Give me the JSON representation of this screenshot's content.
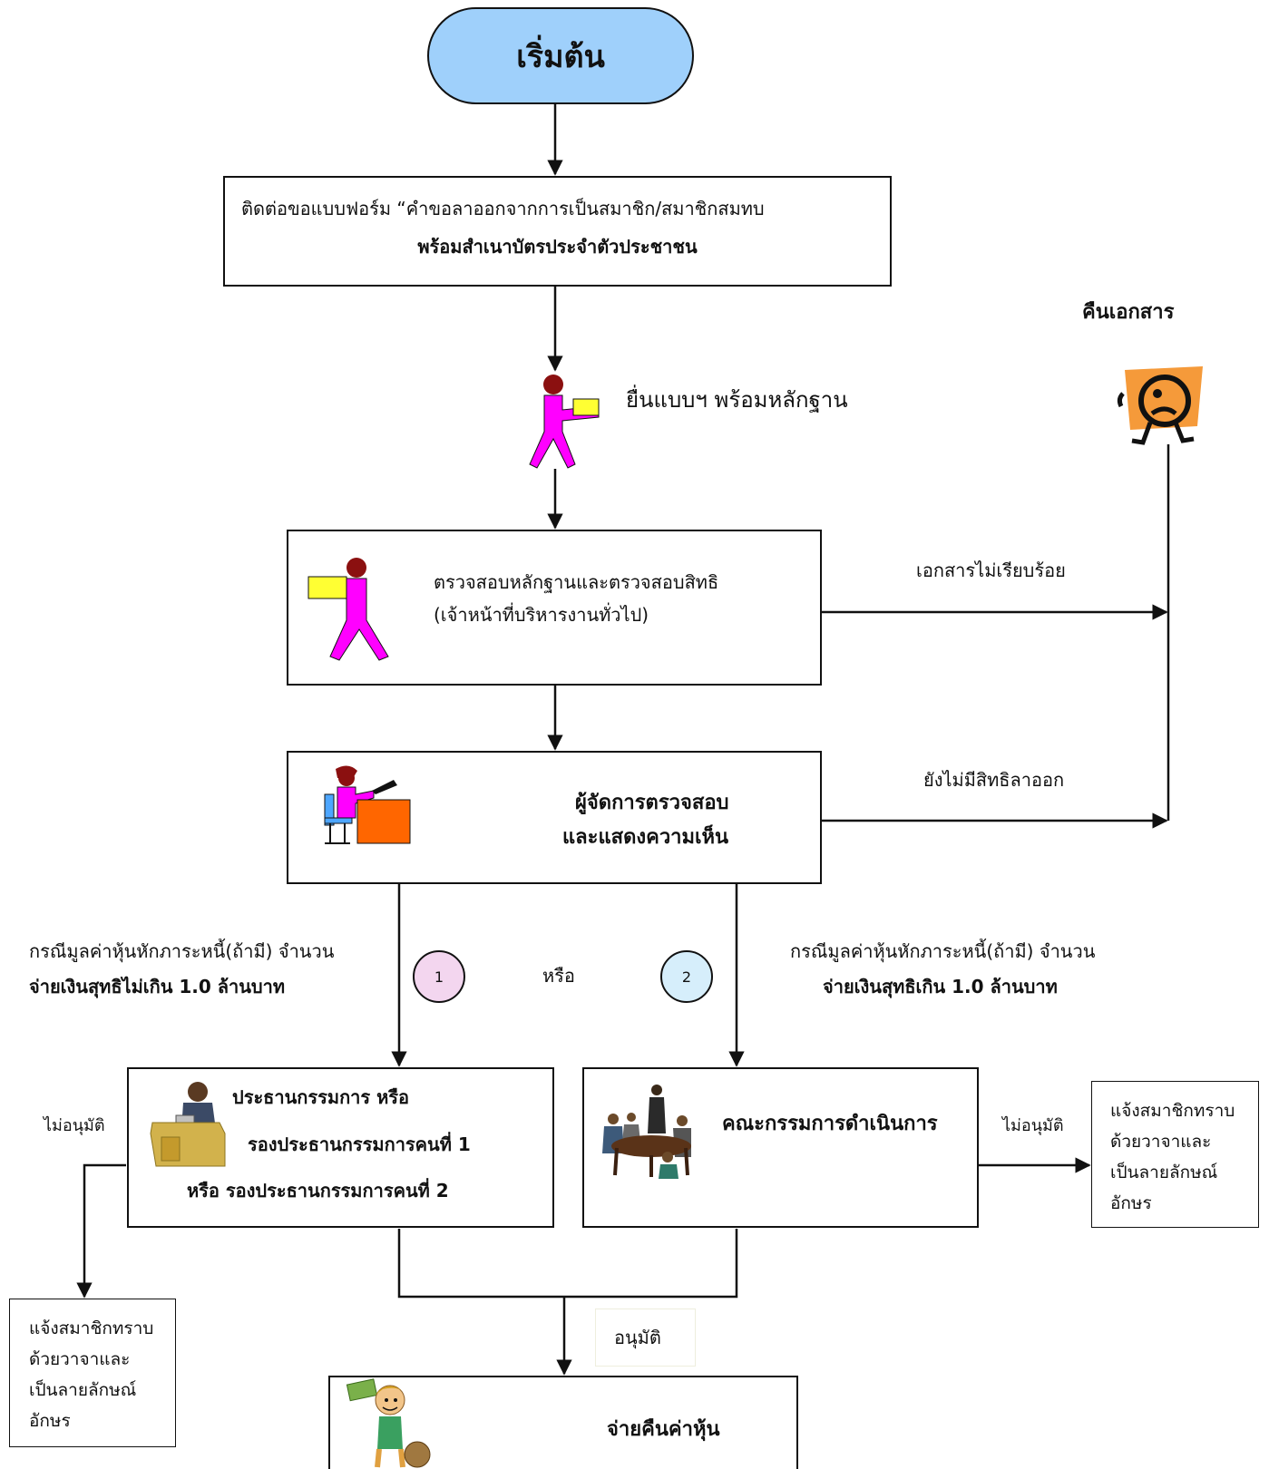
{
  "start": {
    "label": "เริ่มต้น"
  },
  "step_contact": {
    "line1": "ติดต่อขอแบบฟอร์ม “คำขอลาออกจากการเป็นสมาชิก/สมาชิกสมทบ",
    "line2": "พร้อมสำเนาบัตรประจำตัวประชาชน"
  },
  "submit_label": "ยื่นแบบฯ  พร้อมหลักฐาน",
  "return_docs": {
    "label": "คืนเอกสาร"
  },
  "step_check": {
    "line1": "ตรวจสอบหลักฐานและตรวจสอบสิทธิ",
    "line2": "(เจ้าหน้าที่บริหารงานทั่วไป)"
  },
  "docs_incomplete": "เอกสารไม่เรียบร้อย",
  "step_manager": {
    "line1": "ผู้จัดการตรวจสอบ",
    "line2": "และแสดงความเห็น"
  },
  "no_right": "ยังไม่มีสิทธิลาออก",
  "case_1": {
    "line1": "กรณีมูลค่าหุ้นหักภาระหนี้(ถ้ามี) จำนวน",
    "line2": "จ่ายเงินสุทธิไม่เกิน 1.0 ล้านบาท",
    "badge": "1",
    "badge_color": "#f3d6ef"
  },
  "or_label": "หรือ",
  "case_2": {
    "line1": "กรณีมูลค่าหุ้นหักภาระหนี้(ถ้ามี) จำนวน",
    "line2": "จ่ายเงินสุทธิเกิน 1.0 ล้านบาท",
    "badge": "2",
    "badge_color": "#d6eefb"
  },
  "chairman": {
    "line1": "ประธานกรรมการ หรือ",
    "line2": "รองประธานกรรมการคนที่ 1",
    "line3": "หรือ   รองประธานกรรมการคนที่ 2"
  },
  "board": {
    "label": "คณะกรรมการดำเนินการ"
  },
  "not_approved_left": "ไม่อนุมัติ",
  "not_approved_right": "ไม่อนุมัติ",
  "notify_left": [
    "แจ้งสมาชิกทราบ",
    "ด้วยวาจาและ",
    "เป็นลายลักษณ์",
    "อักษร"
  ],
  "notify_right": [
    "แจ้งสมาชิกทราบ",
    "ด้วยวาจาและ",
    "เป็นลายลักษณ์",
    "อักษร"
  ],
  "approved": "อนุมัติ",
  "payout": {
    "label": "จ่ายคืนค่าหุ้น"
  },
  "colors": {
    "start_fill": "#9fd0fb",
    "person_magenta": "#ff00ff",
    "person_head": "#8b1010",
    "document_yellow": "#ffff33",
    "desk_orange": "#ff6600",
    "face_orange": "#f59a3a"
  },
  "icons": {
    "walking_person": "person-with-document-icon",
    "checking_person": "person-holding-document-icon",
    "desk_person": "person-at-desk-icon",
    "unhappy_face": "unhappy-face-icon",
    "office_worker": "office-worker-icon",
    "meeting": "board-meeting-icon",
    "money": "money-character-icon"
  }
}
